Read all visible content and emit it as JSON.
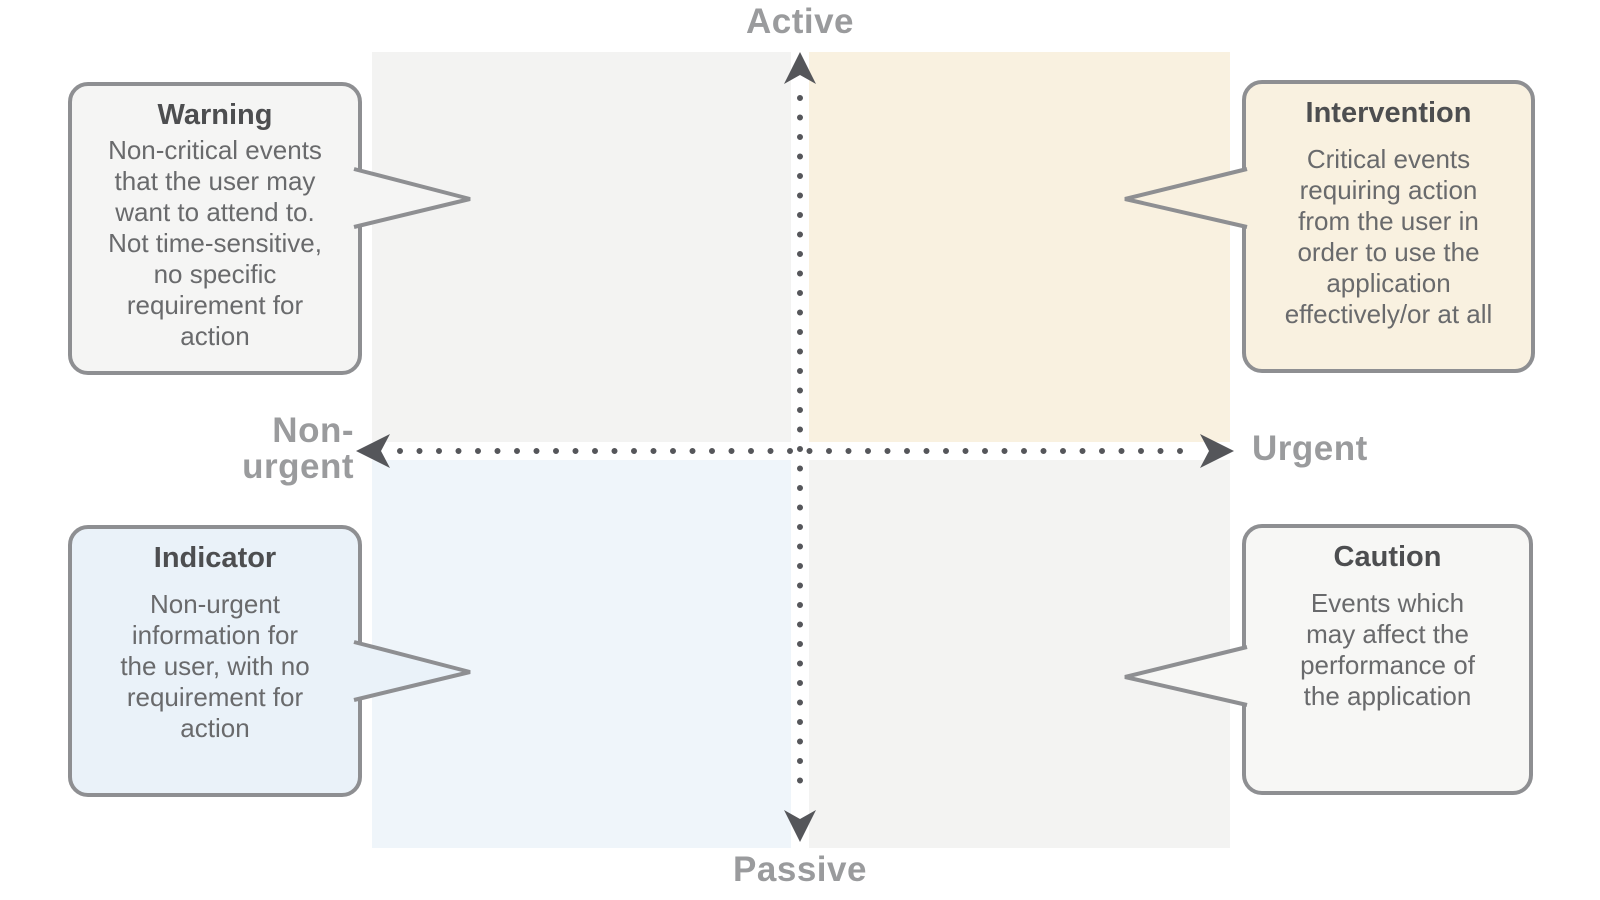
{
  "diagram": {
    "axes": {
      "top_label": "Active",
      "bottom_label": "Passive",
      "left_label": "Non-\nurgent",
      "right_label": "Urgent"
    },
    "callouts": {
      "warning": {
        "title": "Warning",
        "body": "Non-critical events\nthat the user may\nwant to attend to.\nNot time-sensitive,\nno specific\nrequirement for\naction",
        "bg": "#f5f5f4"
      },
      "intervention": {
        "title": "Intervention",
        "body": "Critical events\nrequiring action\nfrom the user in\norder to use the\napplication\neffectively/or at all",
        "bg": "#f9f1e0"
      },
      "indicator": {
        "title": "Indicator",
        "body": "Non-urgent\ninformation for\nthe user, with no\nrequirement for\naction",
        "bg": "#eaf2f9"
      },
      "caution": {
        "title": "Caution",
        "body": "Events which\nmay affect the\nperformance of\nthe application",
        "bg": "#f7f7f5"
      }
    },
    "colors": {
      "quadrant_top_left": "#f3f3f2",
      "quadrant_top_right": "#f9f1e0",
      "quadrant_bottom_left": "#eff5fa",
      "quadrant_bottom_right": "#f3f3f2",
      "axis_dots_arrows": "#55565a",
      "axis_label_text": "#9a9b9d",
      "callout_border": "#8e8f92",
      "title_text": "#4d4e50",
      "body_text": "#696a6c"
    }
  }
}
